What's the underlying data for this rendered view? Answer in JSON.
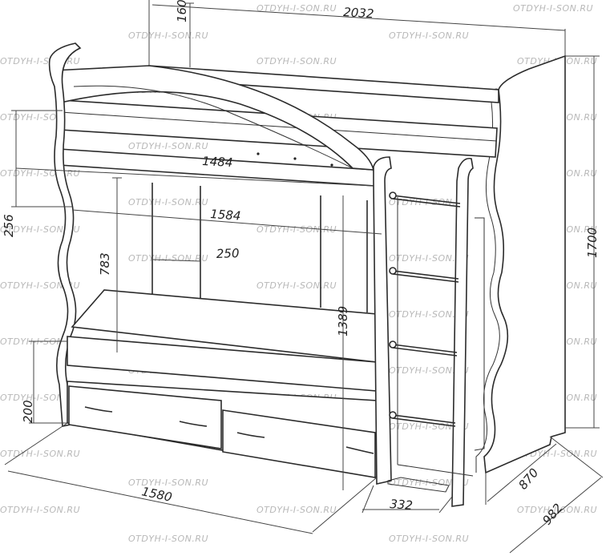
{
  "watermark": "OTDYH-I-SON.RU",
  "dimensions": {
    "top_height": "160",
    "total_length": "2032",
    "rail_length": "1484",
    "lower_opening": "1584",
    "gap_height": "256",
    "berth_height": "783",
    "shelf_width": "250",
    "ladder_height": "1389",
    "total_height": "1700",
    "drawer_height": "200",
    "bottom_length": "1580",
    "ladder_width": "332",
    "depth_a": "870",
    "depth_b": "982"
  }
}
